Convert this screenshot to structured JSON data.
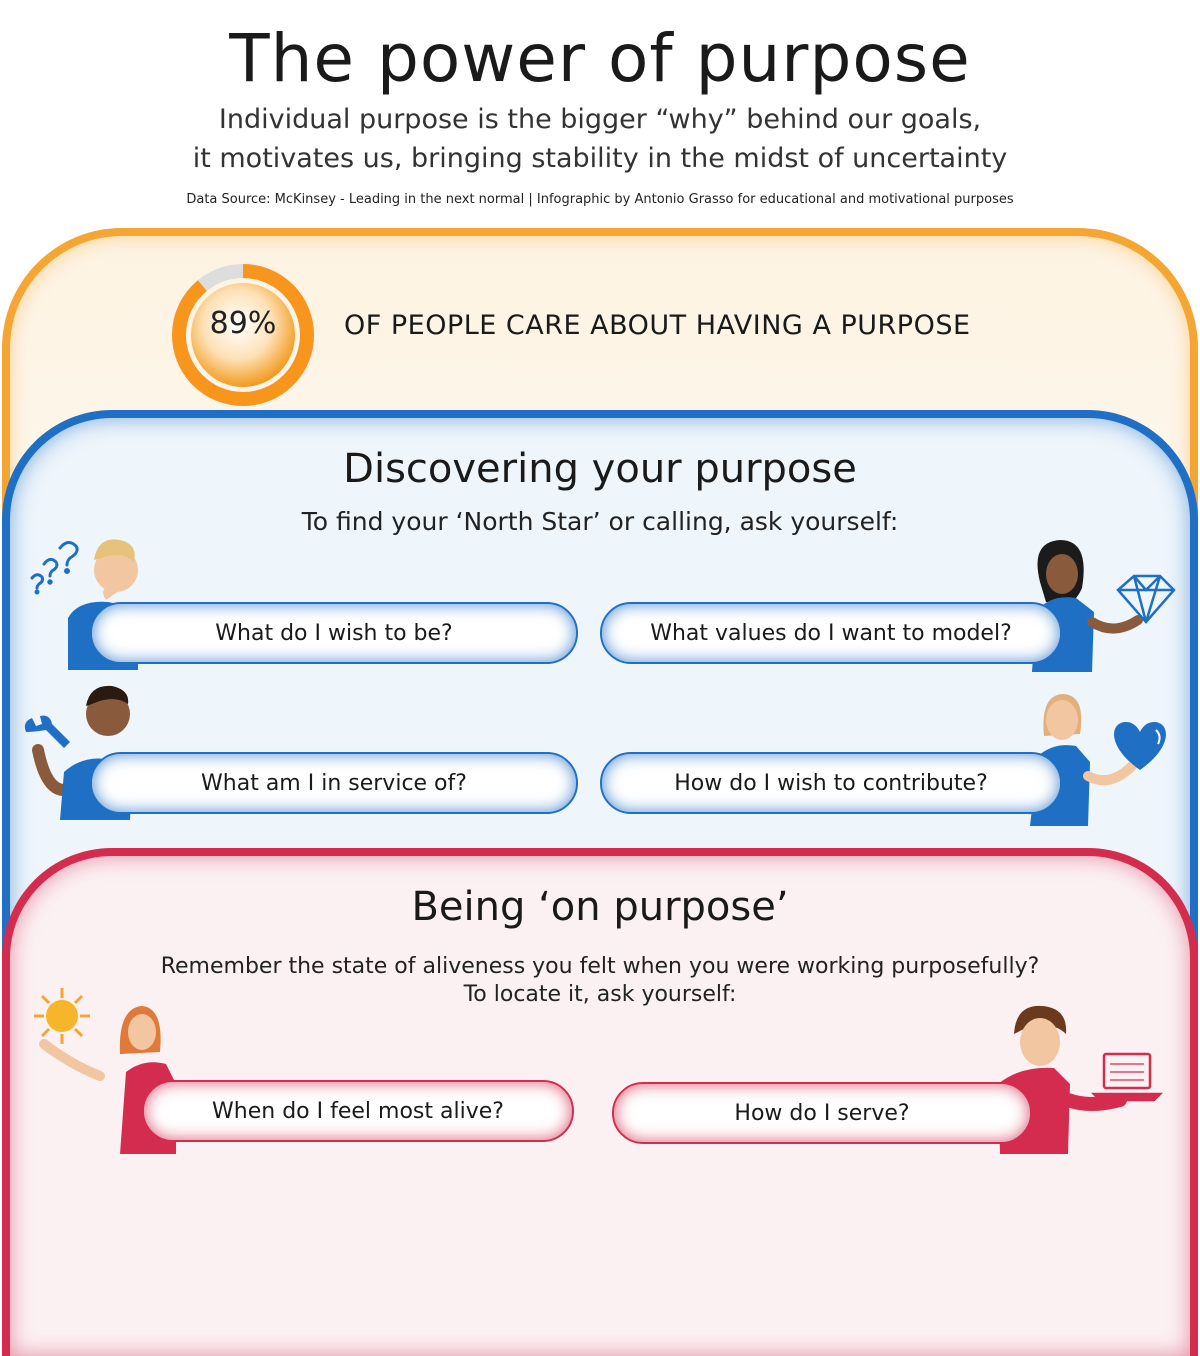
{
  "header": {
    "title": "The power of purpose",
    "subtitle_line1": "Individual purpose is the bigger “why” behind our goals,",
    "subtitle_line2": "it motivates us, bringing stability in the midst of uncertainty",
    "source": "Data Source: McKinsey - Leading in the next normal | Infographic by Antonio Grasso for educational and motivational purposes"
  },
  "stat": {
    "value_label": "89%",
    "value_fraction": 0.89,
    "text": "OF PEOPLE CARE ABOUT HAVING A PURPOSE"
  },
  "discovering": {
    "heading": "Discovering your purpose",
    "subheading": "To find your ‘North Star’ or calling, ask yourself:",
    "questions": [
      "What do I wish to be?",
      "What values do I want to model?",
      "What am I in service of?",
      "How do I wish to contribute?"
    ]
  },
  "on_purpose": {
    "heading": "Being ‘on purpose’",
    "subheading_line1": "Remember the state of aliveness you felt when you were working purposefully?",
    "subheading_line2": "To locate it, ask yourself:",
    "questions": [
      "When do I feel most alive?",
      "How do I serve?"
    ]
  },
  "colors": {
    "orange": "#f5a531",
    "blue": "#1f6fc4",
    "red": "#d32c4f"
  },
  "icons": [
    "question-marks-icon",
    "diamond-icon",
    "wrench-icon",
    "heart-icon",
    "sun-icon",
    "laptop-icon"
  ]
}
